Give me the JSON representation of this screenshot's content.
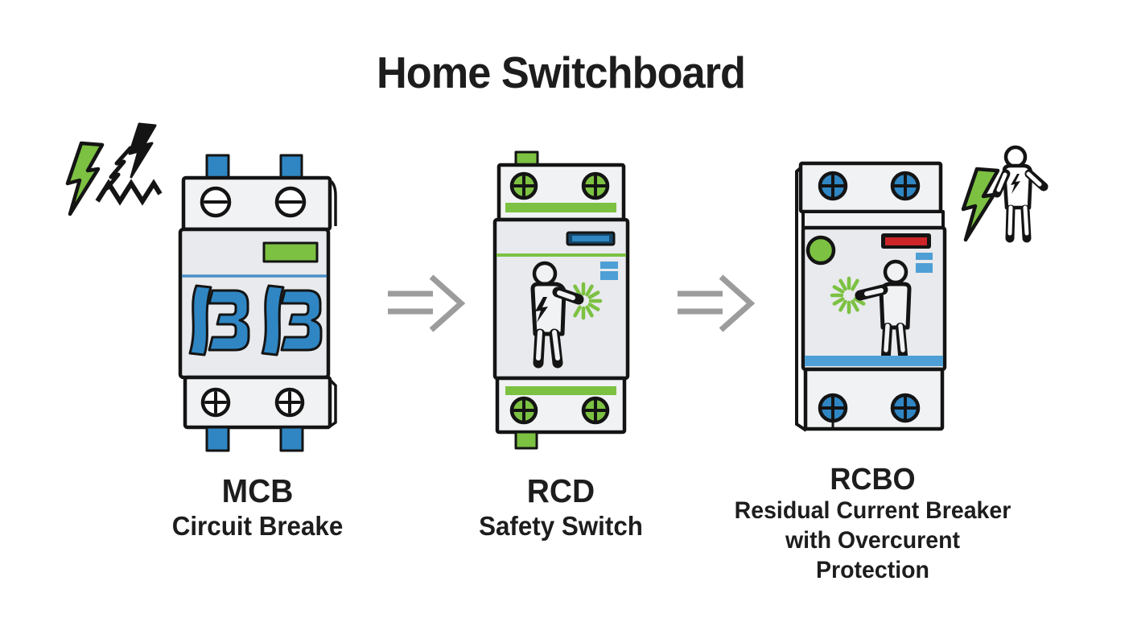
{
  "title": "Home Switchboard",
  "devices": [
    {
      "abbr": "MCB",
      "name": "Circuit Breake"
    },
    {
      "abbr": "RCD",
      "name": "Safety Switch"
    },
    {
      "abbr": "RCBO",
      "name": "Residual Current Breaker",
      "name2": "with Overcurent Protection"
    }
  ],
  "icons": {
    "left_of_mcb": "overload-short-circuit-bolts-icon",
    "between_devices": "double-arrow-right-icon",
    "right_of_rcbo": "electric-shock-person-icon",
    "rcd_panel": "person-touching-live-wire-icon",
    "rcbo_panel": "person-touching-live-wire-icon"
  },
  "colors": {
    "green": "#7CC142",
    "blue": "#2F86C3",
    "blue_light": "#4E9FD6",
    "navy": "#16486B",
    "red": "#CD2428",
    "body": "#E8EAED",
    "body_light": "#F0F2F4",
    "outline": "#141414",
    "arrow": "#9C9C9C",
    "text": "#1D1D1D",
    "line_blue": "#4A90C8"
  }
}
